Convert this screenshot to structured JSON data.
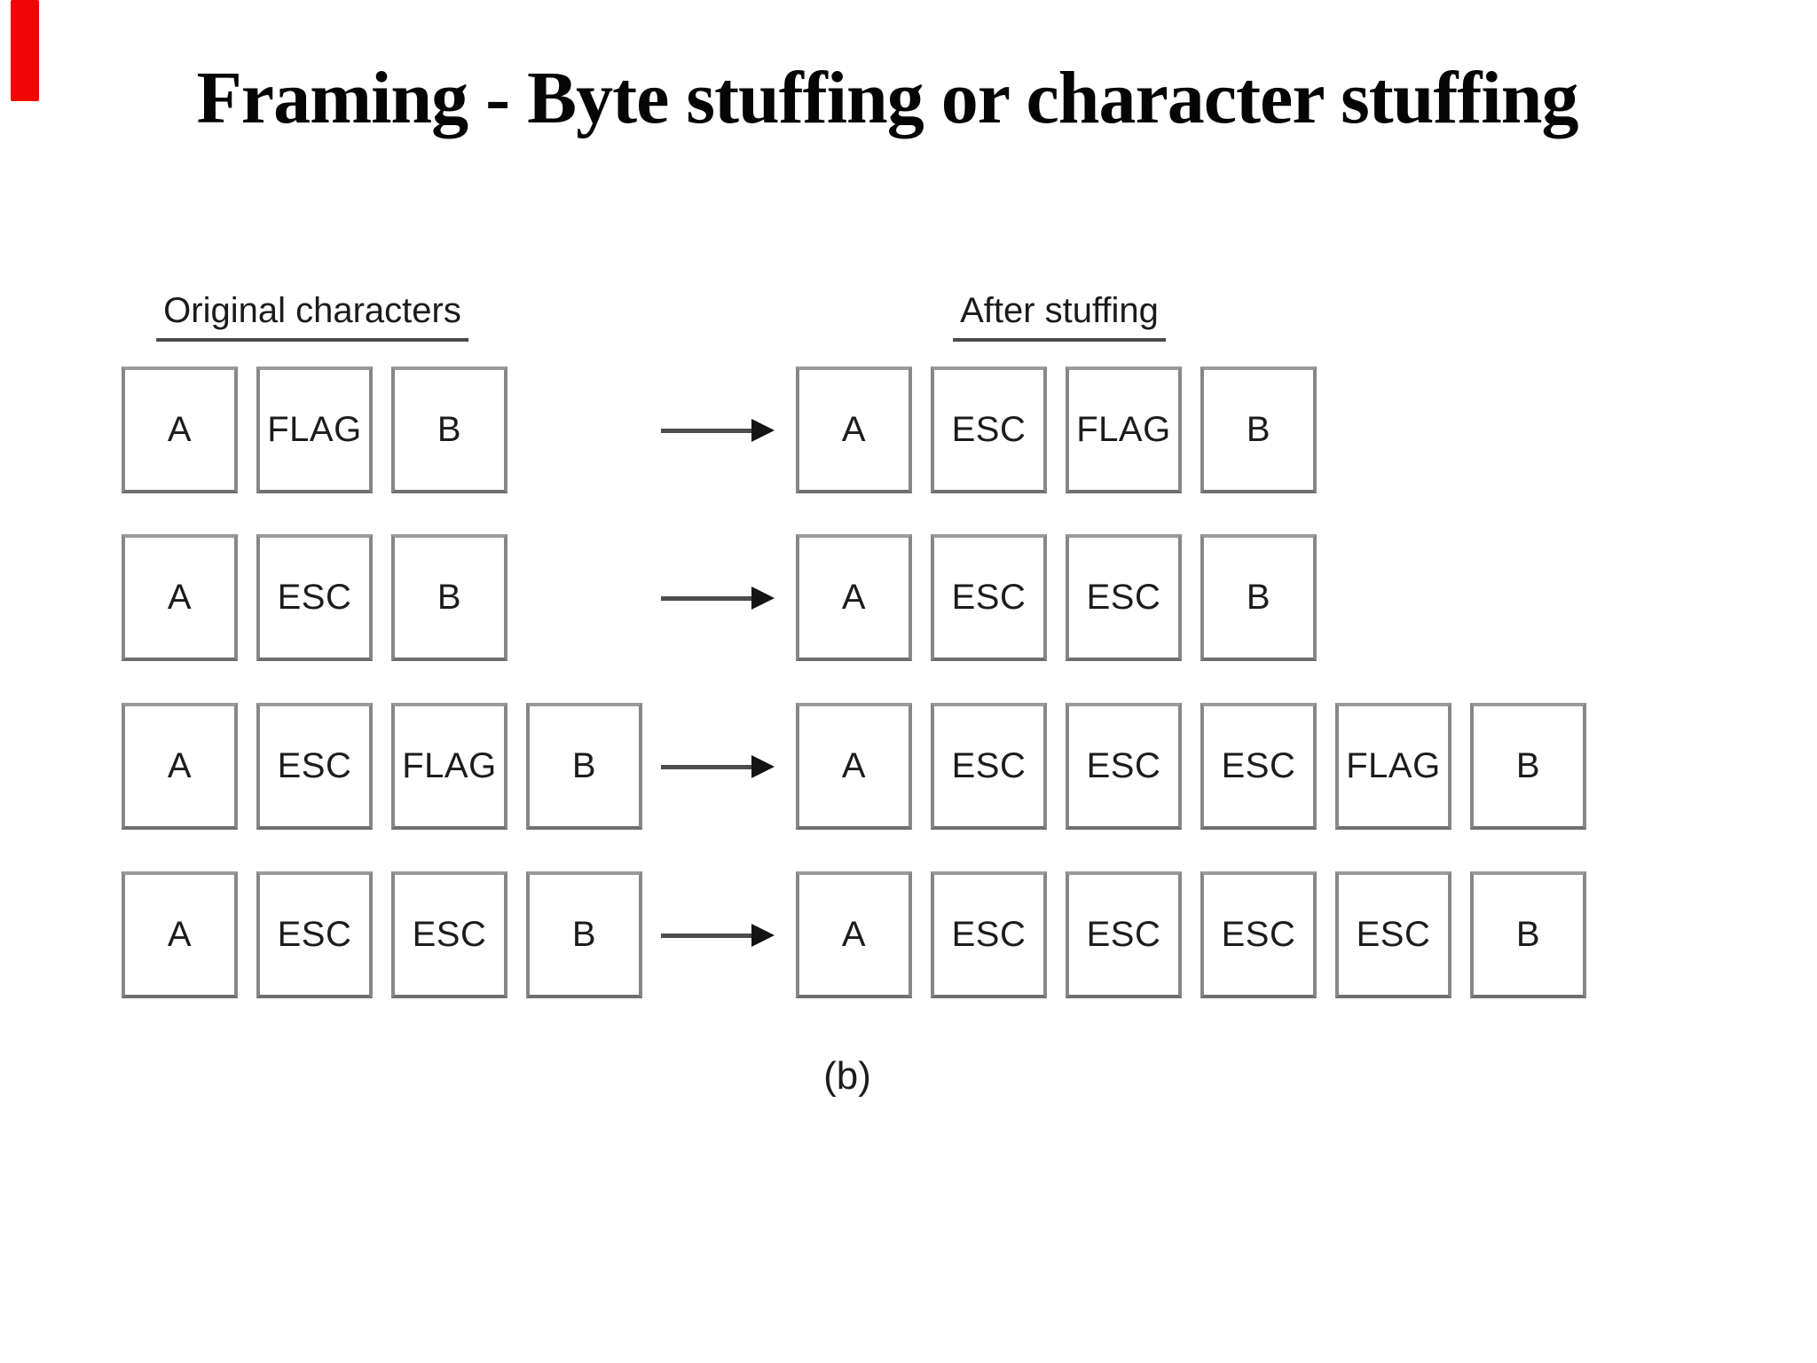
{
  "title": "Framing - Byte stuffing or character stuffing",
  "red_marker_color": "#f40505",
  "diagram": {
    "left_header": "Original characters",
    "right_header": "After stuffing",
    "caption": "(b)",
    "rows": [
      {
        "original": [
          "A",
          "FLAG",
          "B"
        ],
        "stuffed": [
          "A",
          "ESC",
          "FLAG",
          "B"
        ]
      },
      {
        "original": [
          "A",
          "ESC",
          "B"
        ],
        "stuffed": [
          "A",
          "ESC",
          "ESC",
          "B"
        ]
      },
      {
        "original": [
          "A",
          "ESC",
          "FLAG",
          "B"
        ],
        "stuffed": [
          "A",
          "ESC",
          "ESC",
          "ESC",
          "FLAG",
          "B"
        ]
      },
      {
        "original": [
          "A",
          "ESC",
          "ESC",
          "B"
        ],
        "stuffed": [
          "A",
          "ESC",
          "ESC",
          "ESC",
          "ESC",
          "B"
        ]
      }
    ],
    "colors": {
      "box_border": "#878787",
      "box_text": "#1c1c1c",
      "underline": "#4a4a4a",
      "arrow_shaft": "#4d4d4d",
      "arrow_head": "#141414"
    }
  }
}
